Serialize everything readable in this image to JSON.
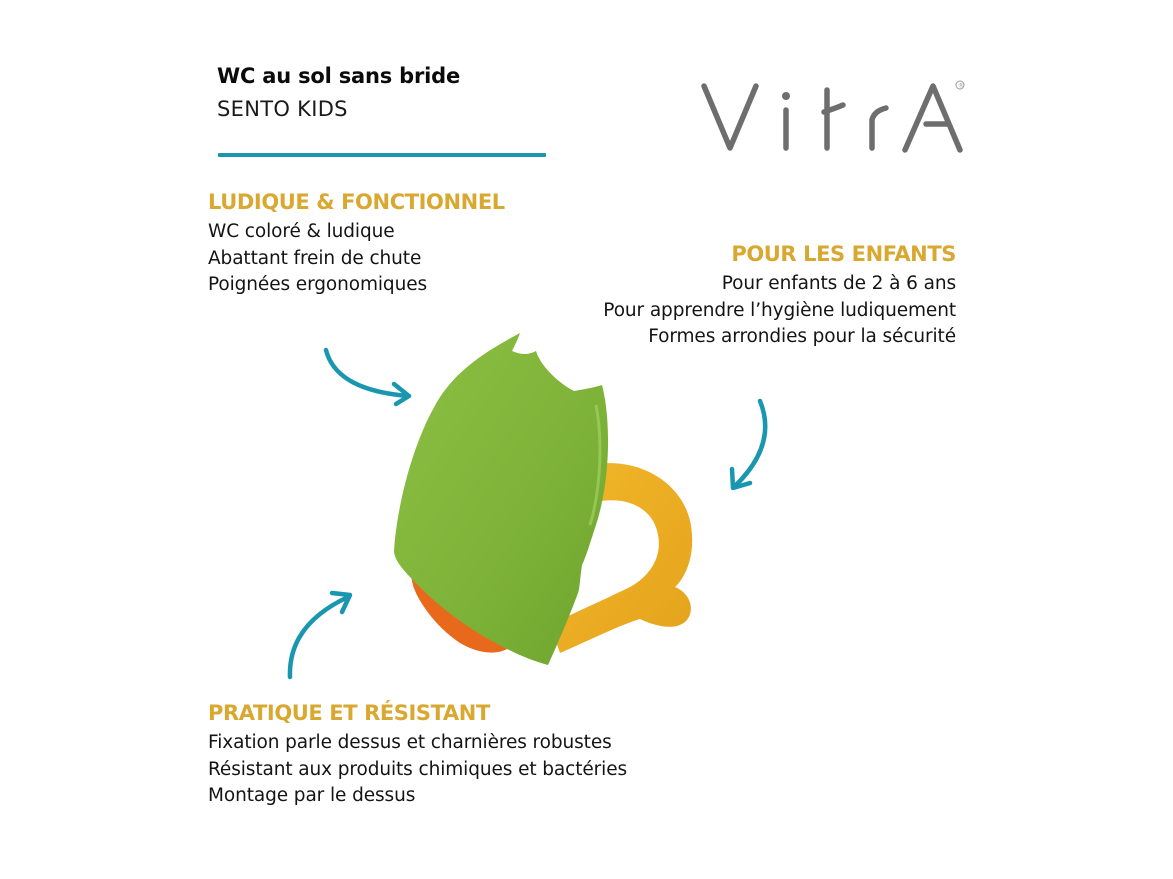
{
  "header": {
    "title": "WC au sol sans bride",
    "subtitle": "SENTO KIDS",
    "logo_text": "VitrA",
    "logo_mark": "®"
  },
  "colors": {
    "heading_gold": "#d9a830",
    "accent_teal": "#1a97b0",
    "logo_gray": "#6e6e6e",
    "lid_green": "#7fb33a",
    "seat_yellow": "#eeae22",
    "hinge_orange": "#e8691c"
  },
  "sections": {
    "ludique": {
      "heading": "LUDIQUE & FONCTIONNEL",
      "lines": [
        "WC coloré & ludique",
        "Abattant frein de chute",
        "Poignées ergonomiques"
      ]
    },
    "enfants": {
      "heading": "POUR LES ENFANTS",
      "lines": [
        "Pour enfants de 2 à 6 ans",
        "Pour apprendre l’hygiène ludiquement",
        "Formes arrondies pour la sécurité"
      ]
    },
    "pratique": {
      "heading": "PRATIQUE ET RÉSISTANT",
      "lines": [
        "Fixation parle dessus et charnières robustes",
        "Résistant aux produits chimiques et bactéries",
        "Montage par le dessus"
      ]
    }
  },
  "icons": {
    "arrow_top_left": "curved-arrow-right",
    "arrow_right": "curved-arrow-down-left",
    "arrow_bottom_left": "curved-arrow-up-right"
  }
}
